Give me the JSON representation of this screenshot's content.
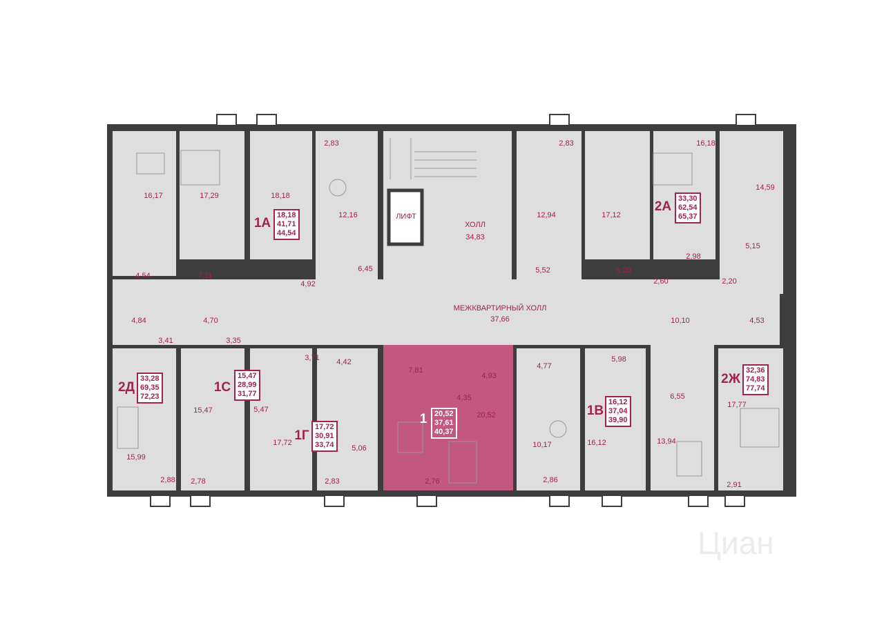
{
  "colors": {
    "wall": "#3d3d3d",
    "room": "#dededf",
    "highlight": "#c2577f",
    "accent": "#a0224f"
  },
  "common": {
    "elevator": "ЛИФТ",
    "hall_label": "ХОЛЛ",
    "hall_area": "34,83",
    "corridor_label": "МЕЖКВАРТИРНЫЙ ХОЛЛ",
    "corridor_area": "37,66"
  },
  "apartments": [
    {
      "code": "1А",
      "living": "18,18",
      "total": "41,71",
      "total_with_balcony": "44,54"
    },
    {
      "code": "2А",
      "living": "33,30",
      "total": "62,54",
      "total_with_balcony": "65,37"
    },
    {
      "code": "2Д",
      "living": "33,28",
      "total": "69,35",
      "total_with_balcony": "72,23"
    },
    {
      "code": "1С",
      "living": "15,47",
      "total": "28,99",
      "total_with_balcony": "31,77"
    },
    {
      "code": "1Г",
      "living": "17,72",
      "total": "30,91",
      "total_with_balcony": "33,74"
    },
    {
      "code": "1",
      "living": "20,52",
      "total": "37,61",
      "total_with_balcony": "40,37",
      "selected": true
    },
    {
      "code": "1В",
      "living": "16,12",
      "total": "37,04",
      "total_with_balcony": "39,90"
    },
    {
      "code": "2Ж",
      "living": "32,36",
      "total": "74,83",
      "total_with_balcony": "77,74"
    }
  ],
  "room_areas": [
    "16,17",
    "17,29",
    "18,18",
    "2,83",
    "12,16",
    "2,83",
    "12,94",
    "17,12",
    "16,18",
    "14,59",
    "4,54",
    "7,11",
    "4,92",
    "6,45",
    "5,52",
    "5,20",
    "2,98",
    "5,15",
    "2,60",
    "2,20",
    "4,84",
    "4,70",
    "3,41",
    "3,35",
    "10,10",
    "4,53",
    "3,71",
    "4,42",
    "7,81",
    "4,93",
    "4,35",
    "4,77",
    "5,98",
    "6,55",
    "15,47",
    "5,47",
    "17,72",
    "5,06",
    "20,52",
    "10,17",
    "16,12",
    "13,94",
    "17,77",
    "15,99",
    "2,88",
    "2,78",
    "2,83",
    "2,76",
    "2,86",
    "2,91"
  ],
  "watermark": "Циан"
}
